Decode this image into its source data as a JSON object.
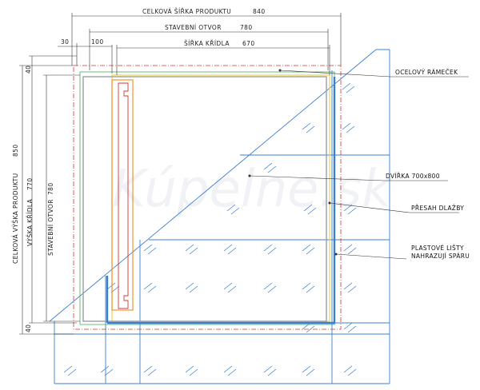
{
  "dimensions": {
    "product_width_label": "CELKOVÁ ŠÍŘKA PRODUKTU",
    "product_width_value": "840",
    "opening_width_label": "STAVEBNÍ OTVOR",
    "opening_width_value": "780",
    "leaf_width_label": "ŠÍŘKA KŘÍDLA",
    "leaf_width_value": "670",
    "left_gap_value": "30",
    "frame_offset_value": "100",
    "product_height_label": "CELKOVÁ VÝŠKA PRODUKTU",
    "product_height_value": "850",
    "leaf_height_label": "VÝŠKA KŘÍDLA",
    "leaf_height_value": "770",
    "opening_height_label": "STAVEBNÍ OTVOR",
    "opening_height_value": "780",
    "top_margin_value": "40",
    "bottom_margin_value": "40"
  },
  "callouts": {
    "steel_frame": "OCELOVÝ RÁMEČEK",
    "door": "DVÍŘKA 700x800",
    "tile_overlap": "PŘESAH DLAŽBY",
    "plastic_strips_line1": "PLASTOVÉ LIŠTY",
    "plastic_strips_line2": "NAHRAZUJÍ SPÁRU"
  },
  "watermark": "Kúpelne.sk",
  "colors": {
    "tile_line": "#3b7fd1",
    "frame_red": "#d9342b",
    "frame_green": "#4caf50",
    "frame_orange": "#f08a1c",
    "leaf_yellow": "#e8d44a",
    "dim_line": "#333333"
  }
}
